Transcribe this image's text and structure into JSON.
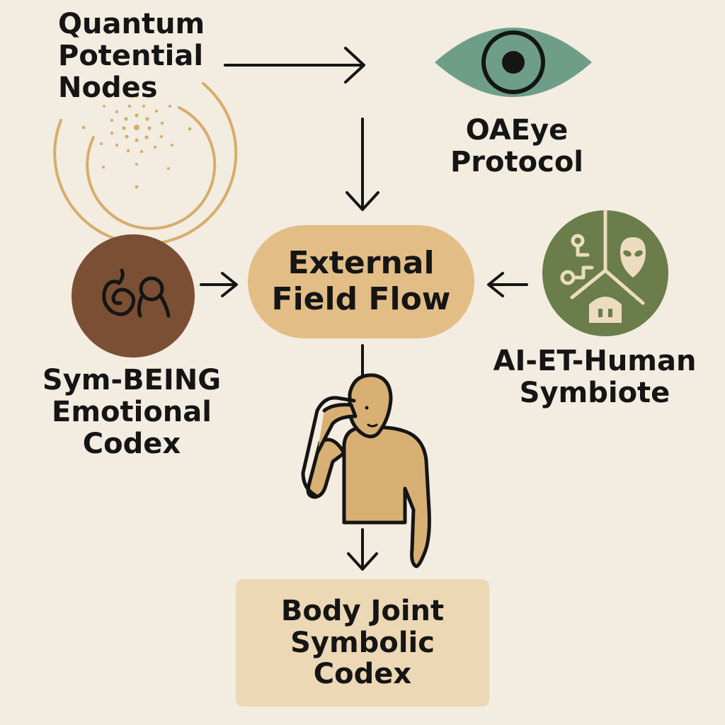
{
  "nodes": {
    "quantum_potential": {
      "label": "Quantum\nPotential\nNodes",
      "icon": "concentric-dots-icon"
    },
    "oaeye_protocol": {
      "label": "OAEye\nProtocol",
      "icon": "eye-icon"
    },
    "external_field_flow": {
      "label": "External\nField Flow"
    },
    "sym_being": {
      "label": "Sym-BEING\nEmotional\nCodex",
      "icon": "spiral-person-icon"
    },
    "ai_et_human": {
      "label": "AI-ET-Human\nSymbiote",
      "icon": "circuit-alien-house-icon"
    },
    "body_joint": {
      "label": "Body Joint\nSymbolic\nCodex"
    },
    "person": {
      "icon": "thinking-person-icon"
    }
  },
  "colors": {
    "background": "#f3ece0",
    "gold": "#d7ad6a",
    "eye": "#6e9e88",
    "brown": "#7a4f33",
    "green": "#6a7d4a",
    "center": "#e2bd85",
    "bottom": "#ecd8b5",
    "skin": "#d9b074",
    "ink": "#151515"
  }
}
